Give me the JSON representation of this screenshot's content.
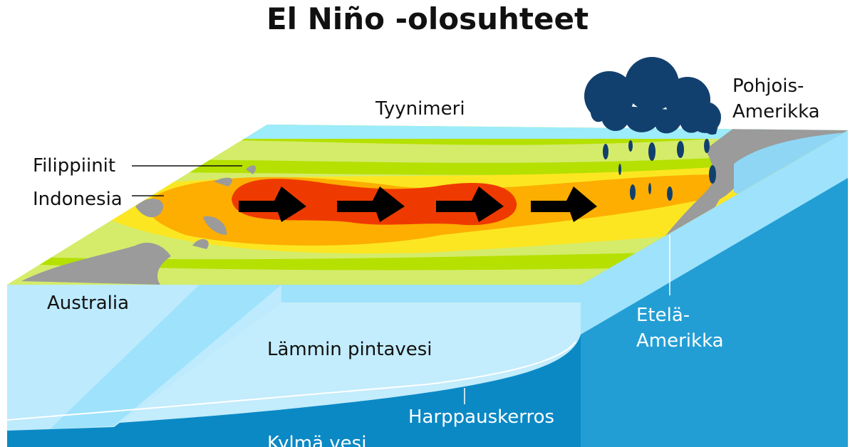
{
  "title": "El Niño -olosuhteet",
  "labels": {
    "ocean": "Tyynimeri",
    "philippines": "Filippiinit",
    "indonesia": "Indonesia",
    "australia": "Australia",
    "north_america_1": "Pohjois-",
    "north_america_2": "Amerikka",
    "south_america_1": "Etelä-",
    "south_america_2": "Amerikka",
    "warm_surface_water": "Lämmin pintavesi",
    "thermocline": "Harppauskerros",
    "cold_water": "Kylmä vesi"
  },
  "colors": {
    "warmest": "#ee3a00",
    "warm": "#fdae00",
    "mild": "#fce622",
    "cool": "#d4ec6a",
    "cooler": "#b5e000",
    "coldest": "#9cecfb",
    "land": "#9b9b9b",
    "cloud": "#12406e",
    "deep_water": "#0b89c5",
    "surface_water": "#c3ecfc"
  },
  "icons": [
    "east-wind-arrow-icon",
    "rain-cloud-icon",
    "raindrop-icon"
  ]
}
